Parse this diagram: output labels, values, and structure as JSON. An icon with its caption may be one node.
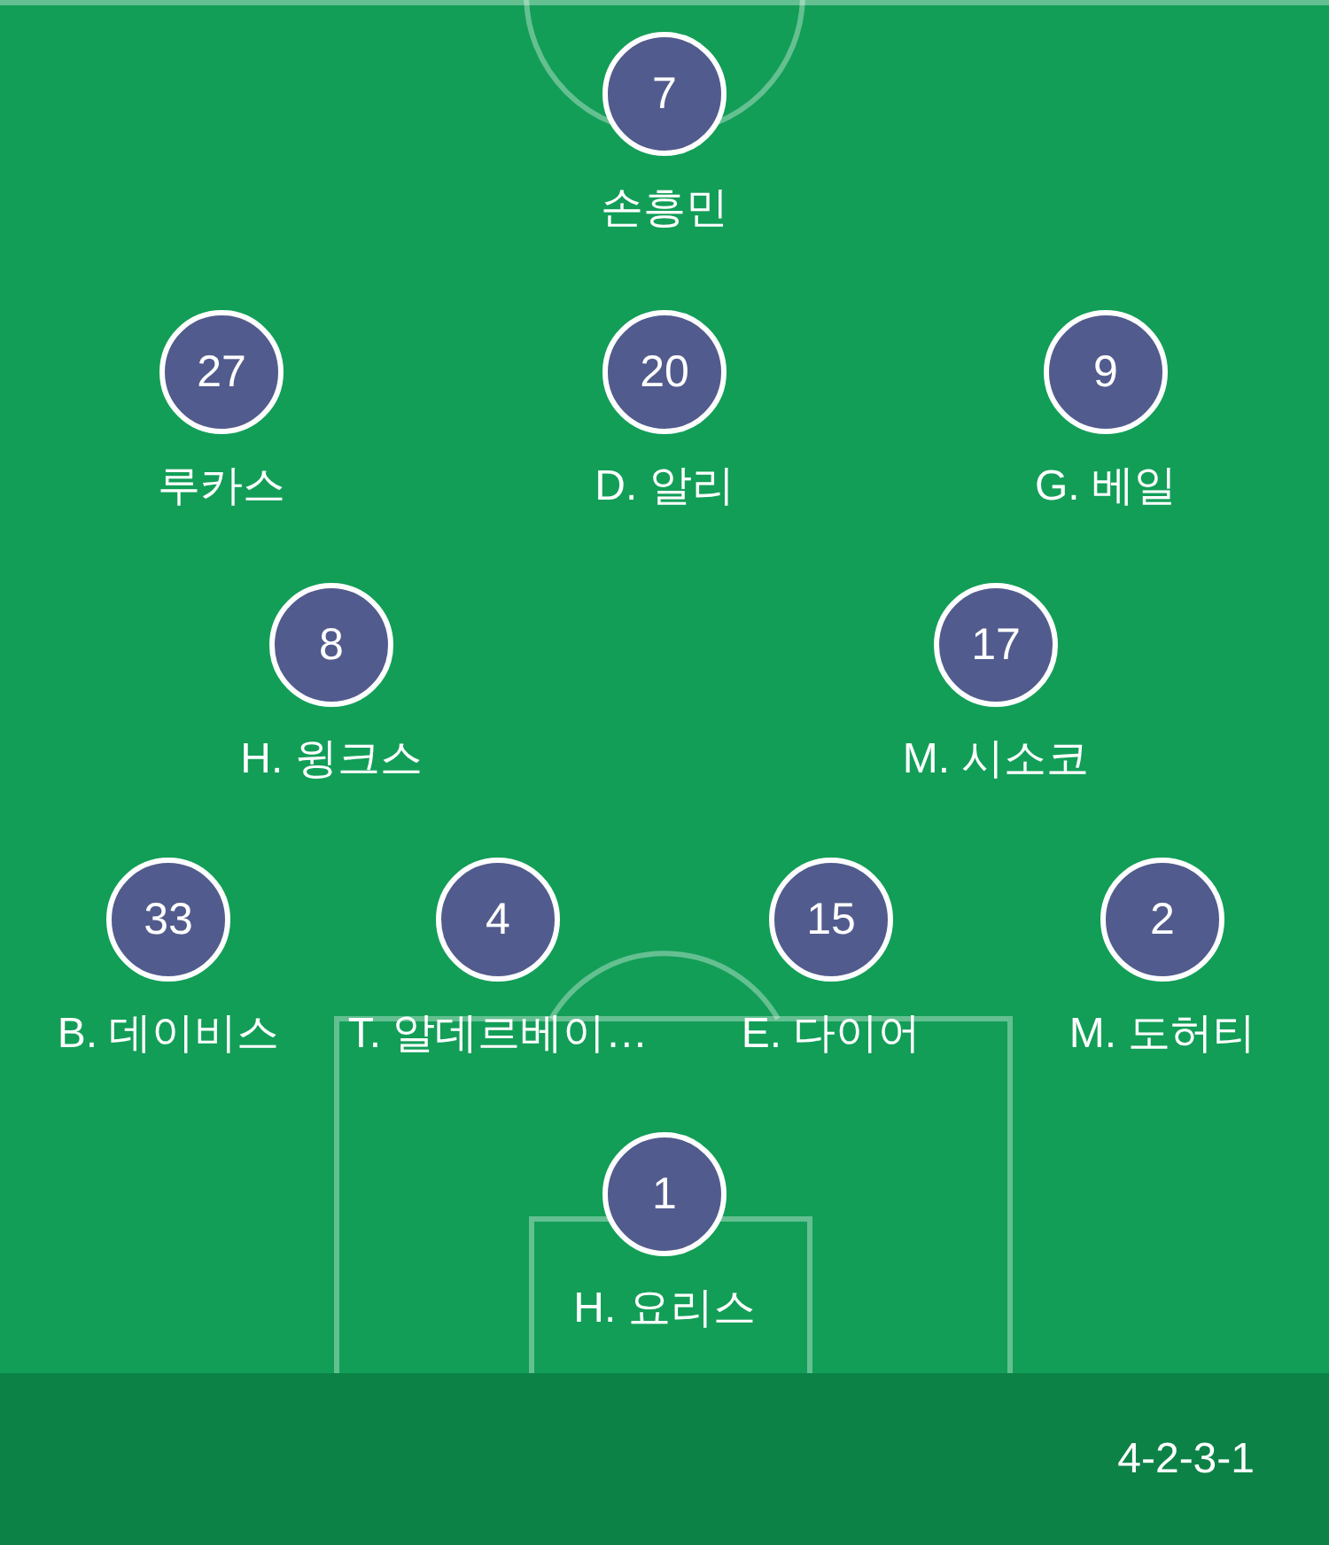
{
  "diagram": {
    "nodes": [
      {
        "text": [
          "7"
        ],
        "beside": [
          "손흥민"
        ]
      },
      {
        "text": [
          "27"
        ],
        "beside": [
          "루카스"
        ]
      },
      {
        "text": [
          "20"
        ],
        "beside": [
          "D. 알리"
        ]
      },
      {
        "text": [
          "9"
        ],
        "beside": [
          "G. 베일"
        ]
      },
      {
        "text": [
          "8"
        ],
        "beside": [
          "H. 윙크스"
        ]
      },
      {
        "text": [
          "17"
        ],
        "beside": [
          "M. 시소코"
        ]
      },
      {
        "text": [
          "33"
        ],
        "beside": [
          "B. 데이비스"
        ]
      },
      {
        "text": [
          "4"
        ],
        "beside": [
          "T. 알데르베이…"
        ]
      },
      {
        "text": [
          "15"
        ],
        "beside": [
          "E. 다이어"
        ]
      },
      {
        "text": [
          "2"
        ],
        "beside": [
          "M. 도허티"
        ]
      },
      {
        "text": [
          "1"
        ],
        "beside": [
          "H. 요리스"
        ]
      }
    ],
    "labels": [
      "4-2-3-1"
    ]
  }
}
